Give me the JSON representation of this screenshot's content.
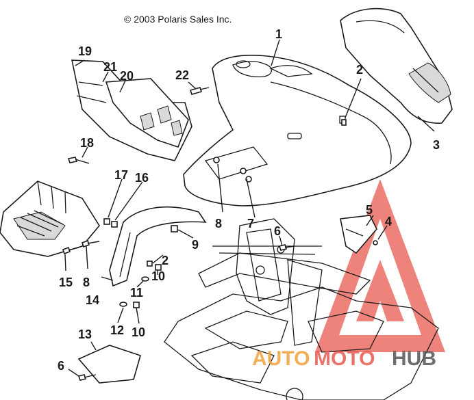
{
  "copyright": "© 2003 Polaris Sales Inc.",
  "callouts": [
    "1",
    "2",
    "3",
    "19",
    "21",
    "20",
    "22",
    "18",
    "17",
    "16",
    "5",
    "4",
    "8",
    "7",
    "6",
    "9",
    "15",
    "8",
    "2",
    "14",
    "11",
    "10",
    "12",
    "10",
    "13",
    "6"
  ],
  "watermark": {
    "part1": "AUTO",
    "part2": "MOTO",
    "part3": "HUB",
    "color_auto": "#f2a23a",
    "color_moto": "#e85a4f",
    "color_hub": "#555555",
    "logo_color": "#e85a4f"
  }
}
